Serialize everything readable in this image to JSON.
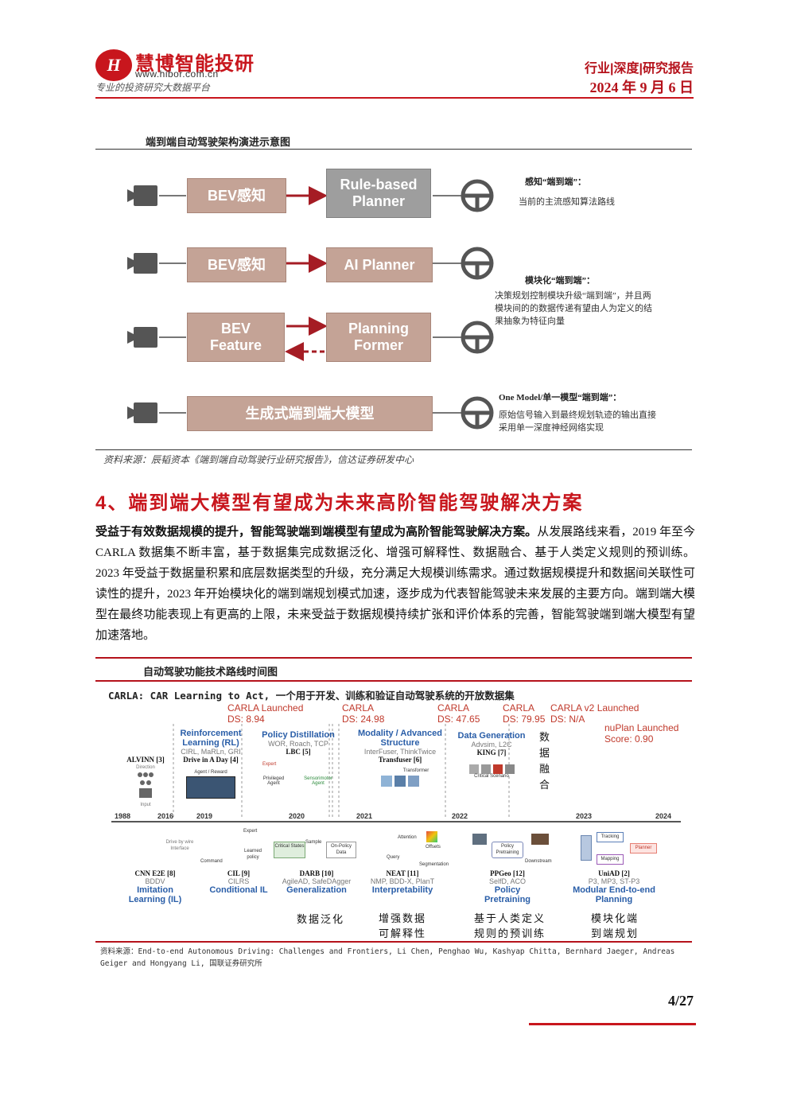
{
  "header": {
    "logo_mark": "H",
    "logo_name": "慧博智能投研",
    "logo_url": "www.hibor.com.cn",
    "logo_slogan": "专业的投资研究大数据平台",
    "category": "行业|深度|研究报告",
    "date": "2024 年 9 月 6 日"
  },
  "figure1": {
    "title": "端到端自动驾驶架构演进示意图",
    "rows": [
      {
        "left": "BEV感知",
        "right": "Rule-based Planner"
      },
      {
        "left": "BEV感知",
        "right": "AI Planner"
      },
      {
        "left": "BEV Feature",
        "right": "Planning Former"
      },
      {
        "center": "生成式端到端大模型"
      }
    ],
    "notes": [
      {
        "title": "感知“端到端”：",
        "body": "当前的主流感知算法路线"
      },
      {
        "title": "模块化“端到端”：",
        "body": "决策规划控制模块升级“端到端”，并且两模块间的的数据传递有望由人为定义的结果抽象为特征向量"
      },
      {
        "title": "One Model/单一模型“端到端”：",
        "body": "原始信号输入到最终规划轨迹的输出直接采用单一深度神经网络实现"
      }
    ],
    "source": "资料来源：辰韬资本《端到端自动驾驶行业研究报告》，信达证券研发中心"
  },
  "section": {
    "title": "4、端到端大模型有望成为未来高阶智能驾驶解决方案",
    "lead_bold": "受益于有效数据规模的提升，智能驾驶端到端模型有望成为高阶智能驾驶解决方案。",
    "body": "从发展路线来看，2019 年至今 CARLA 数据集不断丰富，基于数据集完成数据泛化、增强可解释性、数据融合、基于人类定义规则的预训练。2023 年受益于数据量积累和底层数据类型的升级，充分满足大规模训练需求。通过数据规模提升和数据间关联性可读性的提升，2023 年开始模块化的端到端规划模式加速，逐步成为代表智能驾驶未来发展的主要方向。端到端大模型在最终功能表现上有更高的上限，未来受益于数据规模持续扩张和评价体系的完善，智能驾驶端到端大模型有望加速落地。"
  },
  "figure2": {
    "title": "自动驾驶功能技术路线时间图",
    "carla_caption": "CARLA: CAR Learning to Act, 一个用于开发、训练和验证自动驾驶系统的开放数据集",
    "years": [
      "1988",
      "2016",
      "2019",
      "2020",
      "2021",
      "2022",
      "2023",
      "2024"
    ],
    "milestones_top": [
      {
        "l1": "CARLA Launched",
        "l2": "DS: 8.94"
      },
      {
        "l1": "CARLA",
        "l2": "DS: 24.98"
      },
      {
        "l1": "CARLA",
        "l2": "DS: 47.65"
      },
      {
        "l1": "CARLA",
        "l2": "DS: 79.95"
      },
      {
        "l1": "CARLA v2 Launched",
        "l2": "DS: N/A"
      },
      {
        "l1": "nuPlan Launched",
        "l2": "Score: 0.90"
      }
    ],
    "top_groups": [
      {
        "name": "",
        "methods": "",
        "paper": "ALVINN [3]"
      },
      {
        "name": "Reinforcement Learning (RL)",
        "methods": "CIRL, MaRLn, GRI",
        "paper": "Drive in A Day [4]"
      },
      {
        "name": "Policy Distillation",
        "methods": "WOR, Roach, TCP",
        "paper": "LBC [5]"
      },
      {
        "name": "Modality / Advanced Structure",
        "methods": "InterFuser, ThinkTwice",
        "paper": "Transfuser [6]"
      },
      {
        "name": "Data Generation",
        "methods": "Advsim, L2C",
        "paper": "KING [7]"
      }
    ],
    "bottom_groups": [
      {
        "paper": "CNN E2E [8]",
        "methods": "BDDV",
        "name": "Imitation Learning (IL)"
      },
      {
        "paper": "CIL [9]",
        "methods": "CILRS",
        "name": "Conditional IL"
      },
      {
        "paper": "DARB [10]",
        "methods": "AgileAD, SafeDAgger",
        "name": "Generalization"
      },
      {
        "paper": "NEAT [11]",
        "methods": "NMP, BDD-X, PlanT",
        "name": "Interpretability"
      },
      {
        "paper": "PPGeo [12]",
        "methods": "SelfD, ACO",
        "name": "Policy Pretraining"
      },
      {
        "paper": "UniAD [2]",
        "methods": "P3, MP3, ST-P3",
        "name": "Modular End-to-end Planning"
      }
    ],
    "fusion_note": "数据融合",
    "cn_notes": [
      "数据泛化",
      "增强数据可解释性",
      "基于人类定义规则的预训练",
      "模块化端到端规划"
    ],
    "mini_labels": {
      "direction": "Direction",
      "input": "Input",
      "agent_reward": "Agent / Reward",
      "expert": "Expert",
      "privileged_agent": "Privileged Agent",
      "sensorimotor_agent": "Sensorimotor Agent",
      "transformer": "Transformer",
      "critical_scenario": "Critical Scenario",
      "drive_by_wire": "Drive by wire Interface",
      "command": "Command",
      "learned_policy": "Learned policy",
      "expert2": "Expert",
      "critical_states": "Critical States",
      "sample": "Sample",
      "on_policy_data": "On-Policy Data",
      "attention": "Attention",
      "offsets": "Offsets",
      "query": "Query",
      "segmentation": "Segmentation",
      "policy_pretraining": "Policy Pretraining",
      "downstream": "Downstream",
      "tracking": "Tracking",
      "mapping": "Mapping",
      "planner": "Planner"
    },
    "source": "资料来源：End-to-end Autonomous Driving: Challenges and Frontiers, Li Chen, Penghao Wu, Kashyap Chitta, Bernhard Jaeger, Andreas Geiger and Hongyang Li, 国联证券研究所"
  },
  "footer": {
    "page": "4/27"
  },
  "colors": {
    "brand_red": "#c8161d",
    "box_brown": "#c4a396",
    "box_grey": "#9e9e9e",
    "timeline_blue": "#2a5ea8",
    "milestone_red": "#c0392b"
  }
}
